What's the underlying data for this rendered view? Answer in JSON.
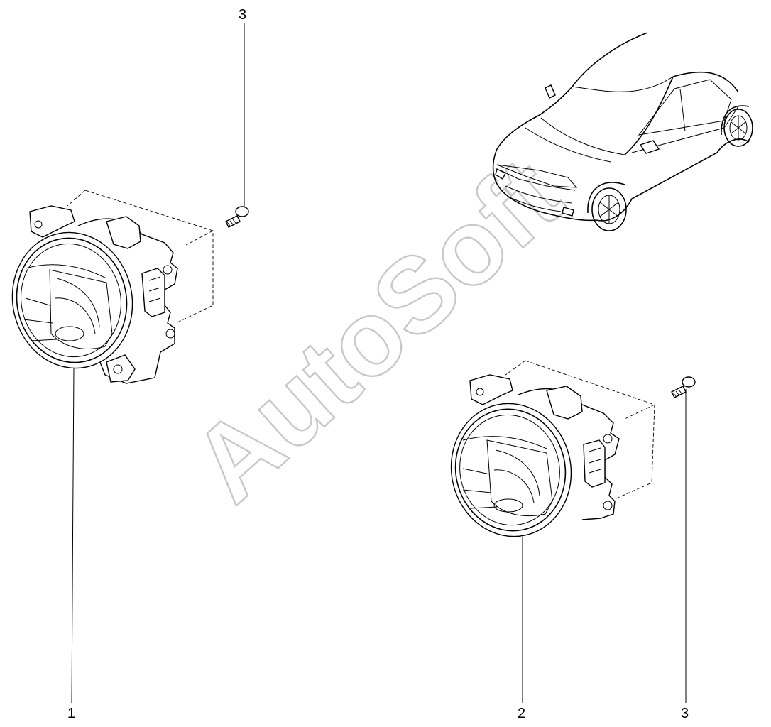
{
  "diagram": {
    "watermark": "AutoSoft",
    "corner_mark": "",
    "callouts": [
      {
        "id": "1",
        "label": "1"
      },
      {
        "id": "2",
        "label": "2"
      },
      {
        "id": "3-top",
        "label": "3"
      },
      {
        "id": "3-bottom",
        "label": "3"
      }
    ]
  }
}
